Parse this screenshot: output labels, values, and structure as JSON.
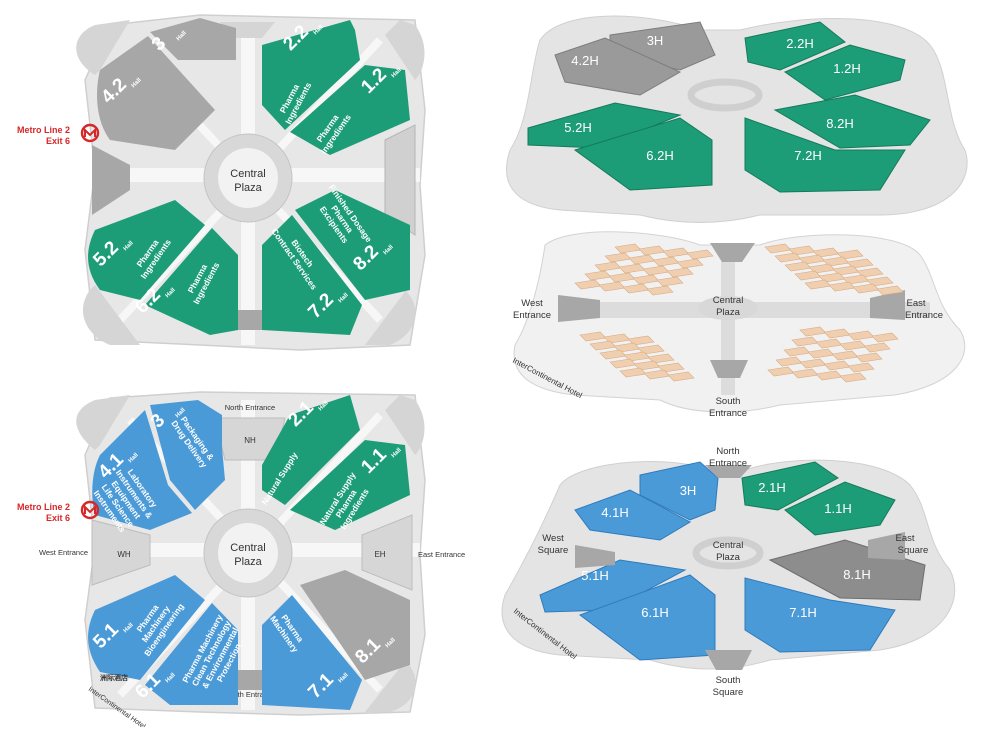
{
  "colors": {
    "green": "#1d9d77",
    "green_dark": "#137a5b",
    "blue": "#4b9ad8",
    "blue_dark": "#2f7bbd",
    "grey": "#a7a7a7",
    "grey_dark": "#7d7d7d",
    "path": "#e7e7e7",
    "path_edge": "#cfcfcf",
    "booth": "#f0cfb0",
    "metro_red": "#d62828"
  },
  "upper_plan": {
    "metro": {
      "line": "Metro Line 2",
      "exit": "Exit 6"
    },
    "central": {
      "line1": "Central",
      "line2": "Plaza"
    },
    "halls": [
      {
        "num": "3",
        "desc": []
      },
      {
        "num": "4.2",
        "desc": []
      },
      {
        "num": "2.2",
        "desc": [
          "Pharma",
          "Ingredients"
        ]
      },
      {
        "num": "1.2",
        "desc": [
          "Pharma",
          "Ingredients"
        ]
      },
      {
        "num": "5.2",
        "desc": [
          "Pharma",
          "Ingredients"
        ]
      },
      {
        "num": "6.2",
        "desc": [
          "Pharma",
          "Ingredients"
        ]
      },
      {
        "num": "8.2",
        "desc": [
          "Finished Dosage",
          "Pharma",
          "Excipients"
        ]
      },
      {
        "num": "7.2",
        "desc": [
          "Biotech",
          "Contract Services"
        ]
      }
    ],
    "hall_suffix": "Hall"
  },
  "lower_plan": {
    "metro": {
      "line": "Metro Line 2",
      "exit": "Exit 6"
    },
    "central": {
      "line1": "Central",
      "line2": "Plaza"
    },
    "entrances": {
      "north": "North Entrance",
      "south": "South Entrance",
      "west": "West Entrance",
      "east": "East Entrance"
    },
    "small_halls": {
      "nh": "NH",
      "wh": "WH",
      "eh": "EH"
    },
    "hotel": {
      "cn": "洲际酒店",
      "en": "InterContinental Hotel"
    },
    "halls": [
      {
        "num": "3",
        "desc": [
          "Packaging &",
          "Drug Delivery"
        ]
      },
      {
        "num": "4.1",
        "desc": [
          "Laboratory",
          "Instruments &",
          "Equipment",
          "Life Science",
          "Instruments"
        ]
      },
      {
        "num": "2.1",
        "desc": [
          "Natural Supply"
        ]
      },
      {
        "num": "1.1",
        "desc": [
          "Natural Supply",
          "Pharma",
          "Ingredients"
        ]
      },
      {
        "num": "5.1",
        "desc": [
          "Pharma",
          "Machinery",
          "Bioengineering"
        ]
      },
      {
        "num": "6.1",
        "desc": [
          "Pharma Machinery",
          "Clean Technology",
          "& Environmental",
          "Protection"
        ]
      },
      {
        "num": "7.1",
        "desc": [
          "Pharma",
          "Machinery"
        ]
      },
      {
        "num": "8.1",
        "desc": []
      }
    ],
    "hall_suffix": "Hall"
  },
  "iso_top": {
    "halls": [
      "3H",
      "4.2H",
      "2.2H",
      "1.2H",
      "5.2H",
      "6.2H",
      "8.2H",
      "7.2H"
    ]
  },
  "iso_mid": {
    "central": {
      "line1": "Central",
      "line2": "Plaza"
    },
    "west": {
      "line1": "West",
      "line2": "Entrance"
    },
    "east": {
      "line1": "East",
      "line2": "Entrance"
    },
    "south": {
      "line1": "South",
      "line2": "Entrance"
    },
    "hotel": "InterContinental Hotel"
  },
  "iso_bottom": {
    "north": {
      "line1": "North",
      "line2": "Entrance"
    },
    "west": {
      "line1": "West",
      "line2": "Square"
    },
    "east": {
      "line1": "East",
      "line2": "Square"
    },
    "south": {
      "line1": "South",
      "line2": "Square"
    },
    "central": {
      "line1": "Central",
      "line2": "Plaza"
    },
    "hotel": "InterContinental Hotel",
    "halls": [
      "3H",
      "4.1H",
      "2.1H",
      "1.1H",
      "5.1H",
      "6.1H",
      "7.1H",
      "8.1H"
    ]
  }
}
